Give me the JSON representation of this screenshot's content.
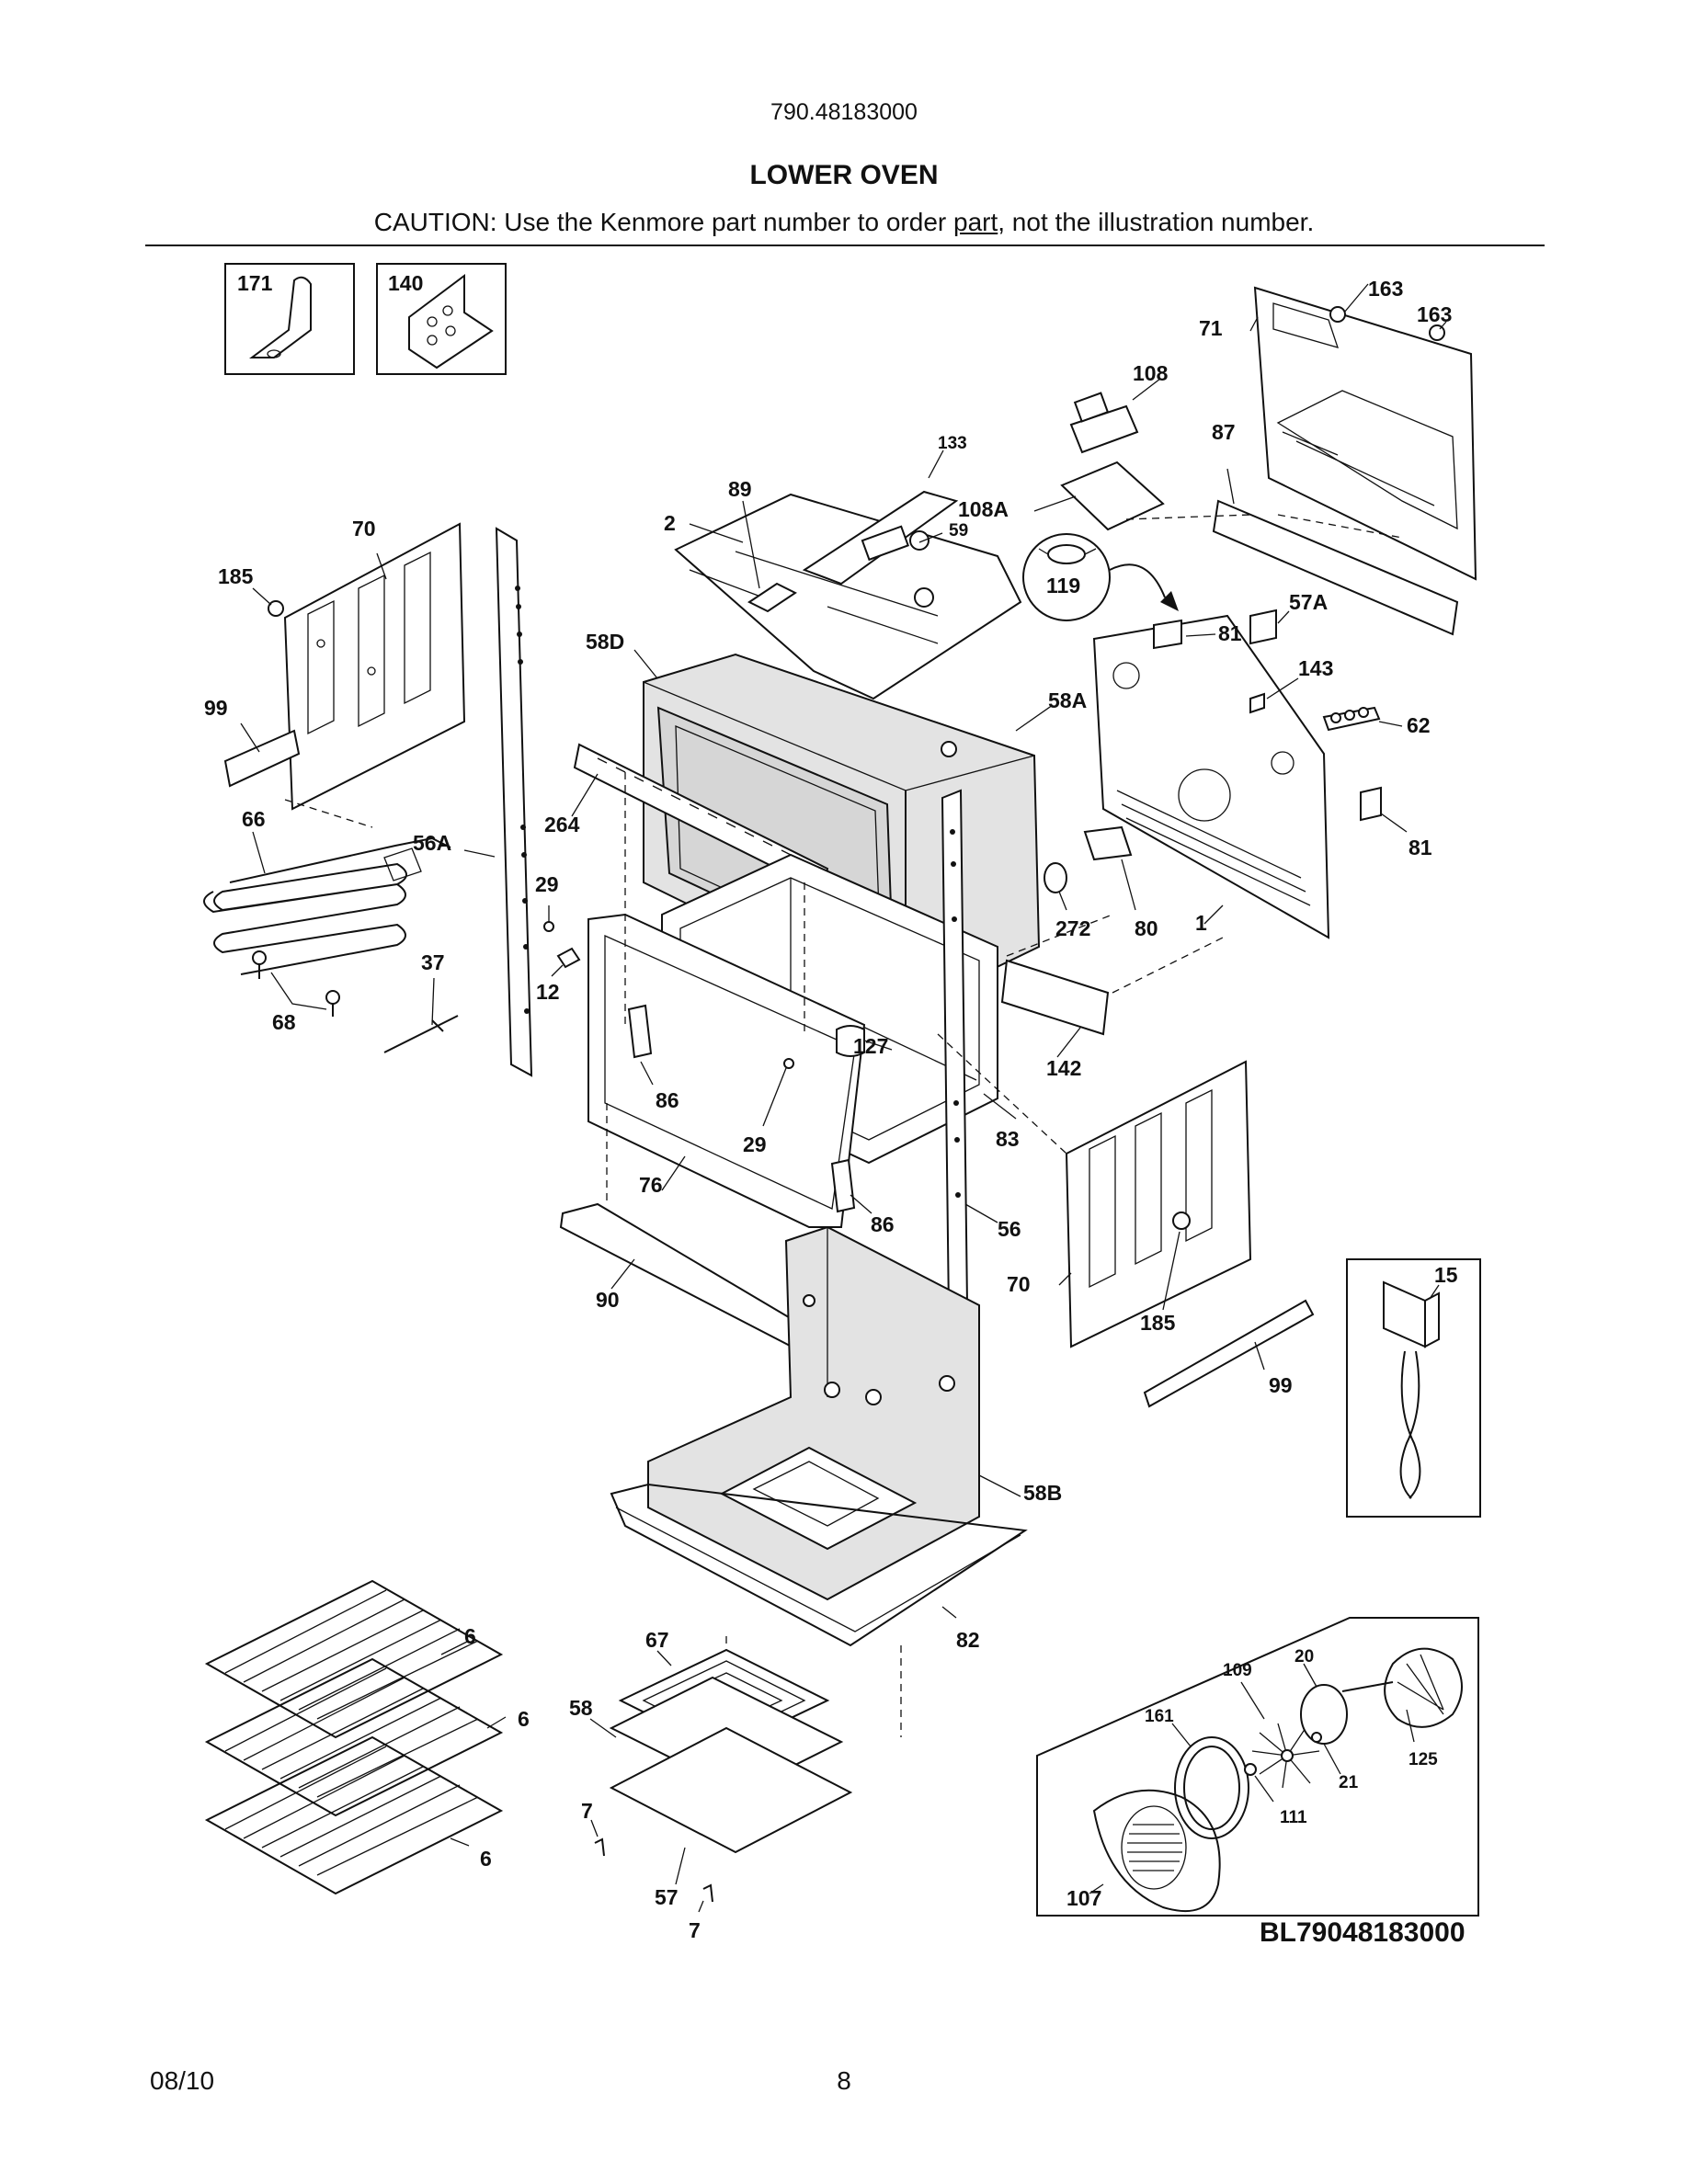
{
  "header": {
    "model_number": "790.48183000",
    "title": "LOWER OVEN",
    "caution_before": "CAUTION: Use the Kenmore part number to order ",
    "caution_underlined": "part",
    "caution_after": ", not the illustration number."
  },
  "diagram": {
    "callouts": {
      "p171": "171",
      "p140": "140",
      "p163a": "163",
      "p163b": "163",
      "p71": "71",
      "p108": "108",
      "p133": "133",
      "p87": "87",
      "p89": "89",
      "p108A": "108A",
      "p59": "59",
      "p2": "2",
      "p70a": "70",
      "p119": "119",
      "p57A": "57A",
      "p185a": "185",
      "p81a": "81",
      "p58D": "58D",
      "p143": "143",
      "p58A": "58A",
      "p62": "62",
      "p99a": "99",
      "p66": "66",
      "p264": "264",
      "p56A": "56A",
      "p81b": "81",
      "p29a": "29",
      "p272": "272",
      "p80": "80",
      "p1": "1",
      "p37": "37",
      "p12": "12",
      "p68": "68",
      "p127": "127",
      "p142": "142",
      "p86a": "86",
      "p29b": "29",
      "p83": "83",
      "p76": "76",
      "p86b": "86",
      "p56": "56",
      "p15": "15",
      "p90": "90",
      "p70b": "70",
      "p185b": "185",
      "p99b": "99",
      "p58B": "58B",
      "p6a": "6",
      "p67": "67",
      "p82": "82",
      "p20": "20",
      "p109": "109",
      "p6b": "6",
      "p58": "58",
      "p161": "161",
      "p125": "125",
      "p21": "21",
      "p7a": "7",
      "p111": "111",
      "p6c": "6",
      "p57": "57",
      "p107": "107",
      "p7b": "7"
    },
    "drawing_code": "BL79048183000"
  },
  "footer": {
    "date": "08/10",
    "page": "8"
  }
}
